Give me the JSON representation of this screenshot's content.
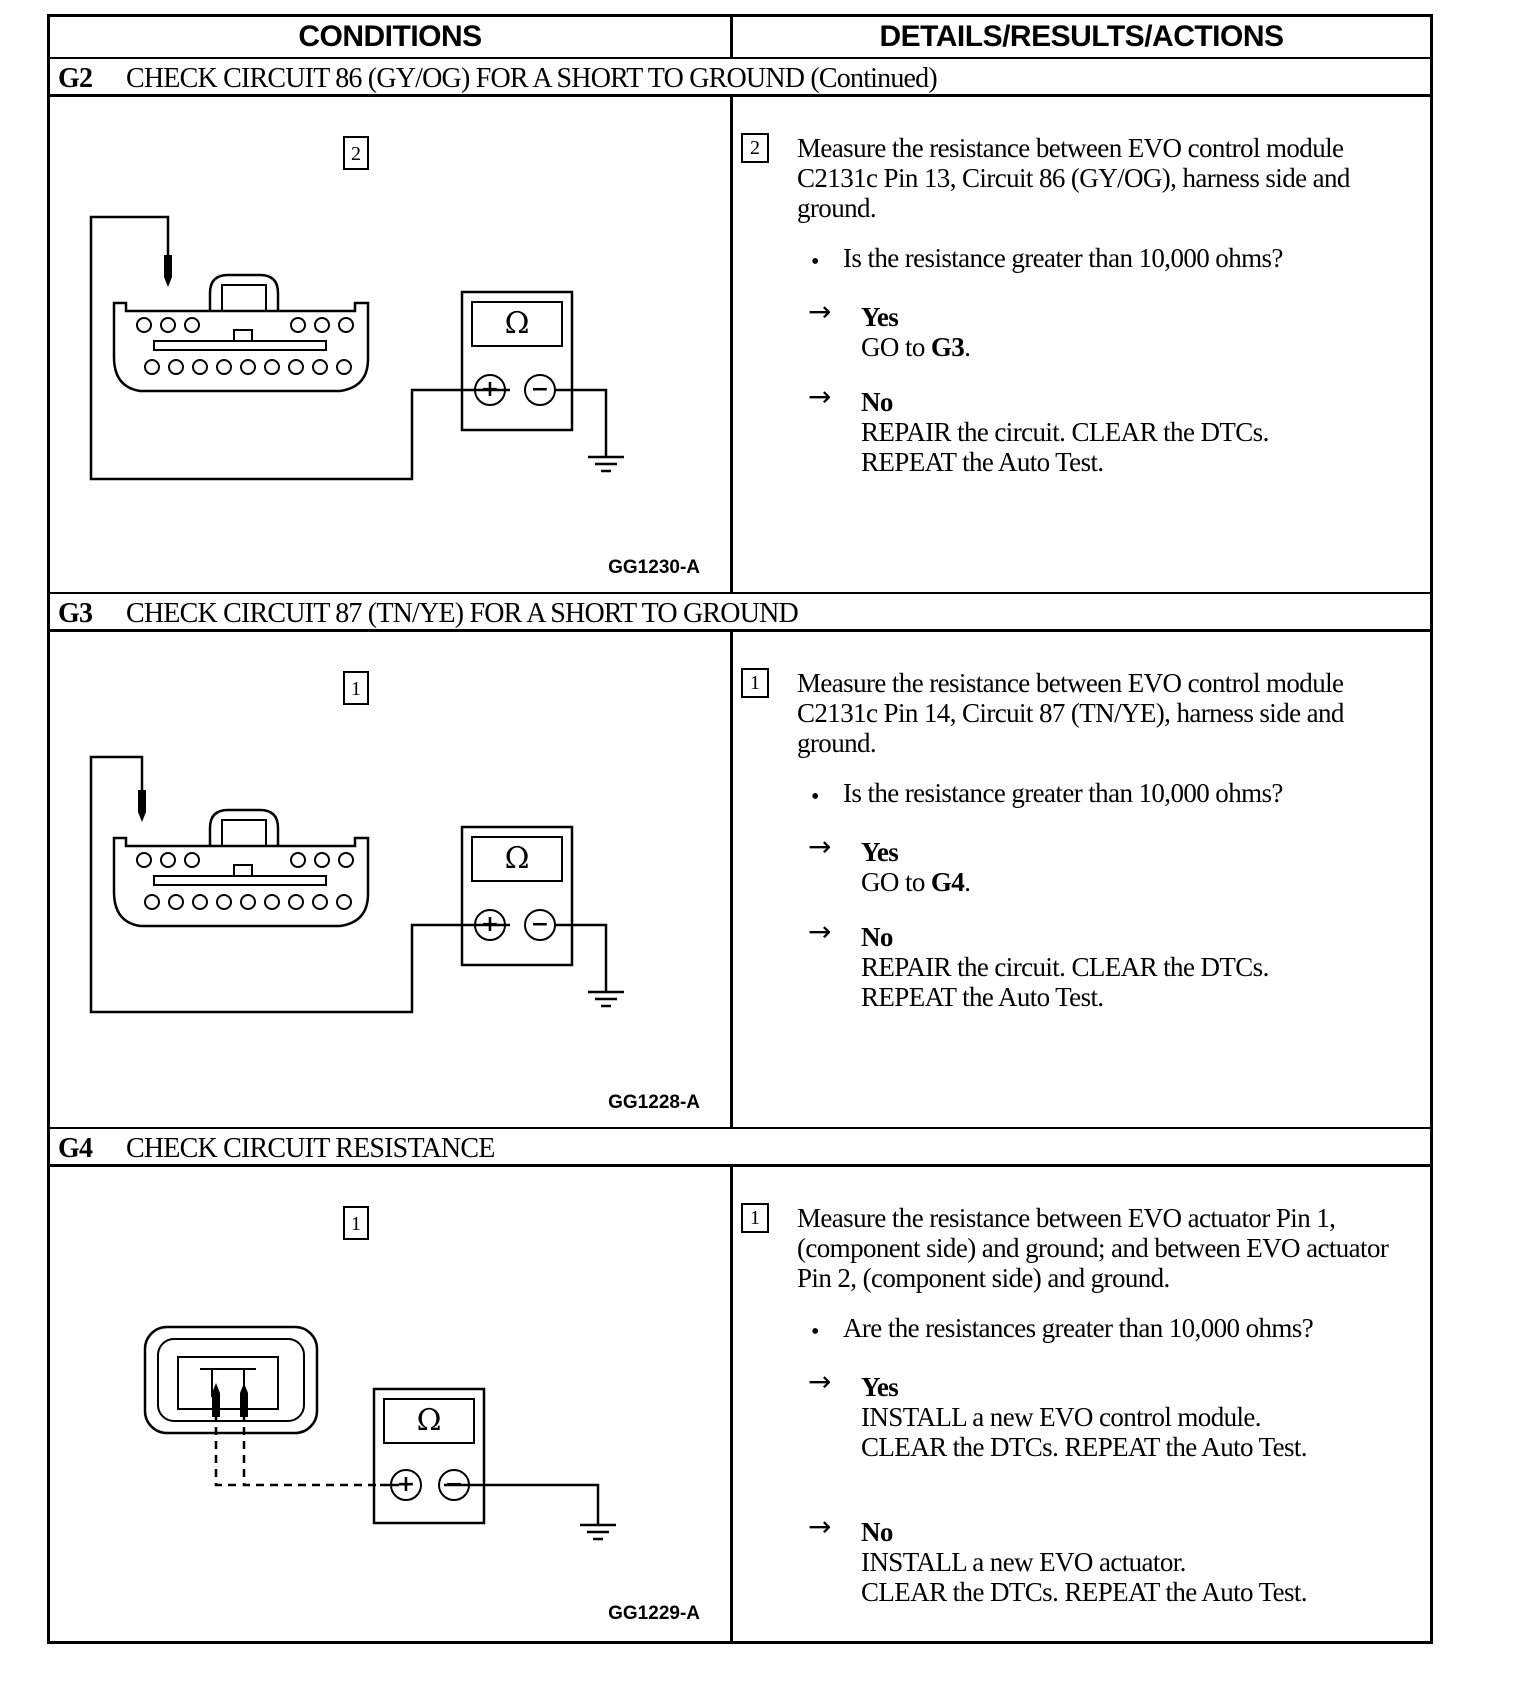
{
  "header": {
    "conditions": "CONDITIONS",
    "details": "DETAILS/RESULTS/ACTIONS"
  },
  "steps": [
    {
      "id": "G2",
      "title": "CHECK CIRCUIT 86 (GY/OG) FOR A SHORT TO GROUND (Continued)",
      "fig_number": "2",
      "fig_id": "GG1230-A",
      "step_number": "2",
      "measure": "Measure the resistance between EVO control module C2131c Pin 13, Circuit 86 (GY/OG), harness side and ground.",
      "question": "Is the resistance greater than 10,000 ohms?",
      "yes_label": "Yes",
      "yes_prefix": "GO to ",
      "yes_target": "G3",
      "yes_suffix": ".",
      "no_label": "No",
      "no_action_1": "REPAIR the circuit. CLEAR the DTCs.",
      "no_action_2": "REPEAT the Auto Test."
    },
    {
      "id": "G3",
      "title": "CHECK CIRCUIT 87 (TN/YE) FOR A SHORT TO GROUND",
      "fig_number": "1",
      "fig_id": "GG1228-A",
      "step_number": "1",
      "measure": "Measure the resistance between EVO control module C2131c Pin 14, Circuit 87 (TN/YE), harness side and ground.",
      "question": "Is the resistance greater than 10,000 ohms?",
      "yes_label": "Yes",
      "yes_prefix": "GO to ",
      "yes_target": "G4",
      "yes_suffix": ".",
      "no_label": "No",
      "no_action_1": "REPAIR the circuit. CLEAR the DTCs.",
      "no_action_2": "REPEAT the Auto Test."
    },
    {
      "id": "G4",
      "title": "CHECK CIRCUIT RESISTANCE",
      "fig_number": "1",
      "fig_id": "GG1229-A",
      "step_number": "1",
      "measure": "Measure the resistance between EVO actuator Pin 1, (component side) and ground; and between EVO actuator Pin 2, (component side) and ground.",
      "question": "Are the resistances greater than 10,000 ohms?",
      "yes_label": "Yes",
      "yes_action_1": "INSTALL a new EVO control module.",
      "yes_action_2": "CLEAR the DTCs. REPEAT the Auto Test.",
      "no_label": "No",
      "no_action_1": "INSTALL a new EVO actuator.",
      "no_action_2": "CLEAR the DTCs. REPEAT the Auto Test."
    }
  ],
  "symbols": {
    "ohm": "Ω",
    "plus": "+",
    "minus": "−",
    "arrow": "→",
    "bullet": "•"
  }
}
